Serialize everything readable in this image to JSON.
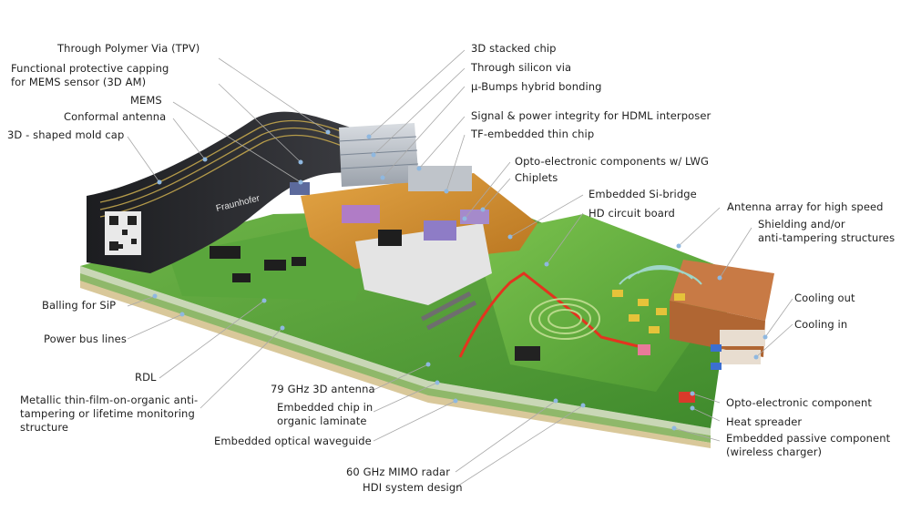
{
  "labels": {
    "tpv": "Through Polymer Via (TPV)",
    "capping_1": "Functional protective capping",
    "capping_2": "for MEMS sensor (3D AM)",
    "mems": "MEMS",
    "conformal_antenna": "Conformal antenna",
    "mold_cap": "3D - shaped mold cap",
    "balling": "Balling for SiP",
    "power_bus": "Power bus lines",
    "rdl": "RDL",
    "metallic_1": "Metallic thin-film-on-organic anti-",
    "metallic_2": "tampering or lifetime monitoring",
    "metallic_3": "structure",
    "stacked_chip": "3D stacked chip",
    "tsv": "Through silicon via",
    "bumps": "µ-Bumps hybrid bonding",
    "signal_power": "Signal & power integrity for HDML interposer",
    "tf_chip": "TF-embedded thin chip",
    "opto_lwg": "Opto-electronic components w/ LWG",
    "chiplets": "Chiplets",
    "si_bridge": "Embedded Si-bridge",
    "hd_board": "HD circuit board",
    "antenna_array": "Antenna array for high speed",
    "shielding_1": "Shielding and/or",
    "shielding_2": "anti-tampering structures",
    "cooling_out": "Cooling out",
    "cooling_in": "Cooling in",
    "antenna_79": "79 GHz 3D antenna",
    "emb_chip_1": "Embedded chip in",
    "emb_chip_2": "organic laminate",
    "waveguide": "Embedded optical waveguide",
    "opto_component": "Opto-electronic component",
    "heat_spreader": "Heat spreader",
    "passive_1": "Embedded passive component",
    "passive_2": "(wireless charger)",
    "radar": "60 GHz MIMO radar",
    "hdi": "HDI system design"
  },
  "logo_text": "Fraunhofer",
  "colors": {
    "board_green": "#4f9a36",
    "board_light": "#8cc65a",
    "mold_black": "#232427",
    "interposer_orange": "#d4902f",
    "copper": "#c87a45",
    "waveguide_red": "#e3341f",
    "leader_line": "#a8a8a8",
    "dot_blue": "#8fb8e0"
  }
}
